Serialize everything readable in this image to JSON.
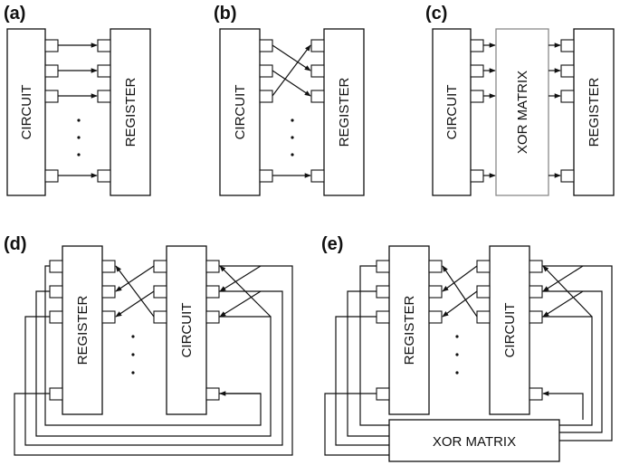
{
  "panels": {
    "a": {
      "label": "(a)",
      "circuit": "CIRCUIT",
      "register": "REGISTER"
    },
    "b": {
      "label": "(b)",
      "circuit": "CIRCUIT",
      "register": "REGISTER"
    },
    "c": {
      "label": "(c)",
      "circuit": "CIRCUIT",
      "xor": "XOR MATRIX",
      "register": "REGISTER"
    },
    "d": {
      "label": "(d)",
      "register": "REGISTER",
      "circuit": "CIRCUIT"
    },
    "e": {
      "label": "(e)",
      "register": "REGISTER",
      "circuit": "CIRCUIT",
      "xor": "XOR MATRIX"
    }
  },
  "colors": {
    "line": "#111111",
    "xor_border": "#8a8a8a",
    "background": "#ffffff"
  }
}
